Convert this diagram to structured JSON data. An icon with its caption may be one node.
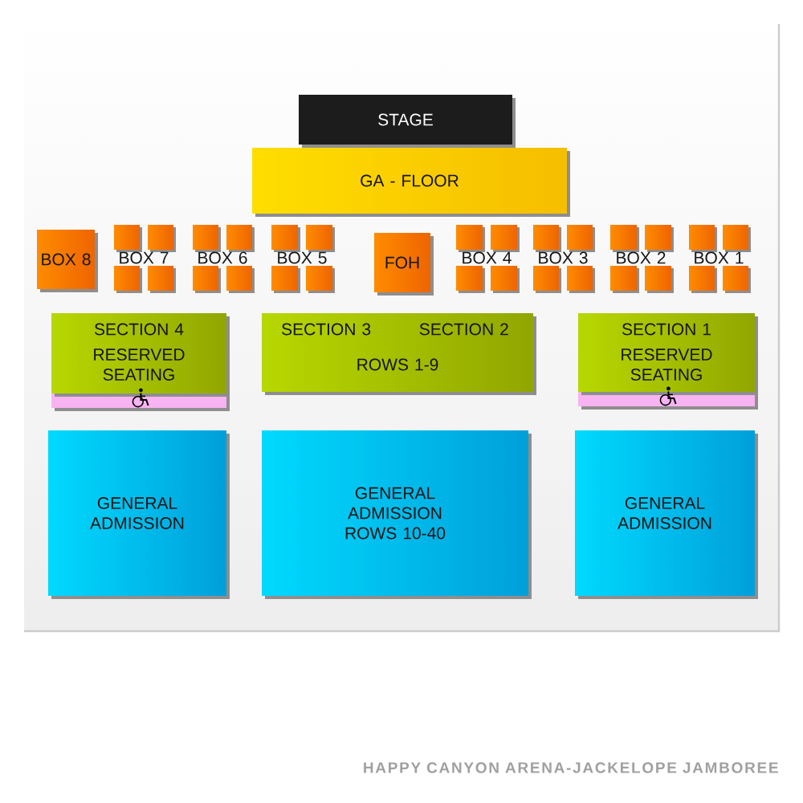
{
  "diagram": {
    "caption": "HAPPY CANYON ARENA-JACKELOPE JAMBOREE",
    "nodes": [
      {
        "text": [
          "STAGE"
        ]
      },
      {
        "text": [
          "GA - FLOOR"
        ]
      },
      {
        "text": [
          "BOX 8"
        ]
      },
      {
        "text": [
          "BOX 7"
        ]
      },
      {
        "text": [
          "BOX 6"
        ]
      },
      {
        "text": [
          "BOX 5"
        ]
      },
      {
        "text": [
          "FOH"
        ]
      },
      {
        "text": [
          "BOX 4"
        ]
      },
      {
        "text": [
          "BOX 3"
        ]
      },
      {
        "text": [
          "BOX 2"
        ]
      },
      {
        "text": [
          "BOX 1"
        ]
      },
      {
        "text": [
          "SECTION 4",
          "RESERVED SEATING"
        ]
      },
      {
        "text": [
          "SECTION 3",
          "SECTION 2",
          "ROWS 1-9"
        ]
      },
      {
        "text": [
          "SECTION 1",
          "RESERVED SEATING"
        ]
      },
      {
        "text": [
          "GENERAL ADMISSION"
        ]
      },
      {
        "text": [
          "GENERAL ADMISSION ROWS 10-40"
        ]
      },
      {
        "text": [
          "GENERAL ADMISSION"
        ]
      }
    ]
  }
}
